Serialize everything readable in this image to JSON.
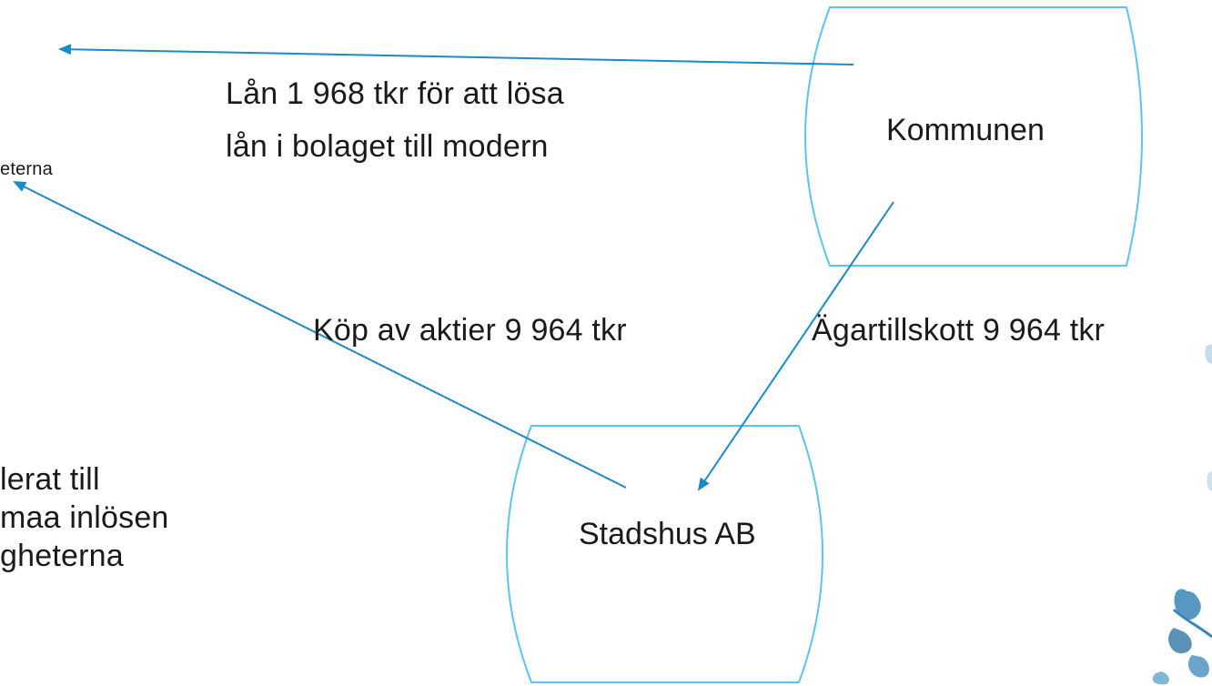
{
  "colors": {
    "arrow": "#1b8bc6",
    "node_border": "#5bc4ef",
    "text": "#1a1a1a",
    "leaf_decoration": "#3a86b8"
  },
  "nodes": {
    "kommunen": {
      "label": "Kommunen"
    },
    "stadshus": {
      "label": "Stadshus AB"
    }
  },
  "edges": {
    "loan": {
      "line1": "Lån 1 968 tkr för att lösa",
      "line2": "lån i bolaget till modern"
    },
    "shares": {
      "label": "Köp av aktier 9 964 tkr"
    },
    "contribution": {
      "label": "Ägartillskott 9 964 tkr"
    }
  },
  "cut_text": {
    "left_top": "eterna",
    "left_bottom_1": "lerat till",
    "left_bottom_2": "maa inlösen",
    "left_bottom_3": "gheterna"
  },
  "decoration": {
    "icon": "leaf-branch-icon"
  }
}
